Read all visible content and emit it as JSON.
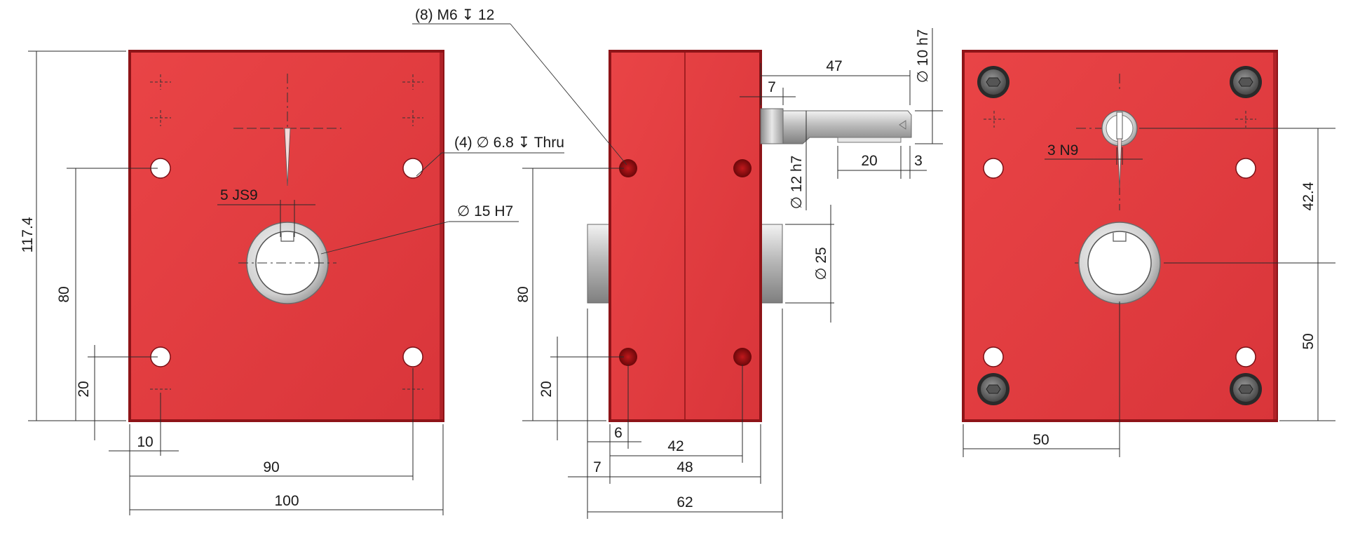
{
  "colors": {
    "body": "#e0393b",
    "body_dark": "#8e1418",
    "steel": "#c8c8c8",
    "line": "#2a2a2a"
  },
  "views": {
    "front": {
      "height": "117.4",
      "hole_spacing_v": "80",
      "hole_offset_v": "20",
      "hole_offset_h": "10",
      "hole_spacing_h": "90",
      "width": "100",
      "key_label": "5 JS9",
      "holes_label": "(4) ∅ 6.8 ↧ Thru",
      "bore_label": "∅ 15 H7"
    },
    "side": {
      "tapped_label": "(8) M6 ↧ 12",
      "hole_spacing_v": "80",
      "hole_offset_v": "20",
      "offset_6": "6",
      "spacing_42": "42",
      "offset_7": "7",
      "width_48": "48",
      "overall_62": "62",
      "hub_dia": "∅ 25"
    },
    "shaft": {
      "length_47": "47",
      "shoulder_7": "7",
      "dia_10": "∅ 10 h7",
      "dia_12": "∅ 12 h7",
      "key_20": "20",
      "end_3": "3"
    },
    "rear": {
      "key_label": "3 N9",
      "dim_42_4": "42.4",
      "dim_50_v": "50",
      "dim_50_h": "50"
    }
  }
}
